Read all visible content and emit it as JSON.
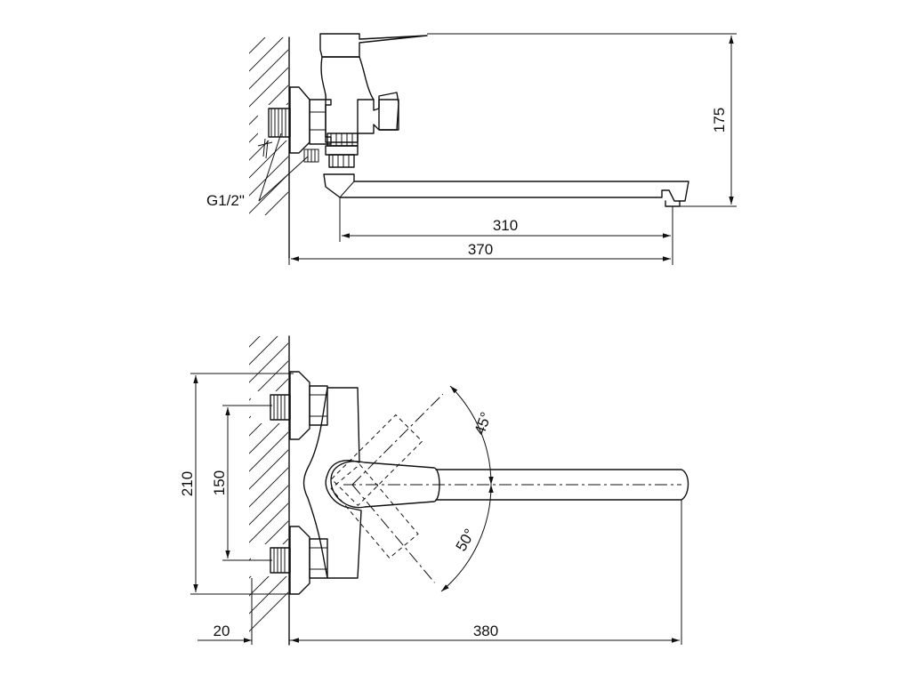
{
  "side_view": {
    "thread_label": "G1/2\"",
    "dim_height": "175",
    "dim_spout_reach": "310",
    "dim_total_length": "370"
  },
  "top_view": {
    "dim_body_width": "210",
    "dim_inlet_spacing": "150",
    "dim_wall_offset": "20",
    "dim_projection": "380",
    "angle_up": "45°",
    "angle_down": "50°"
  }
}
